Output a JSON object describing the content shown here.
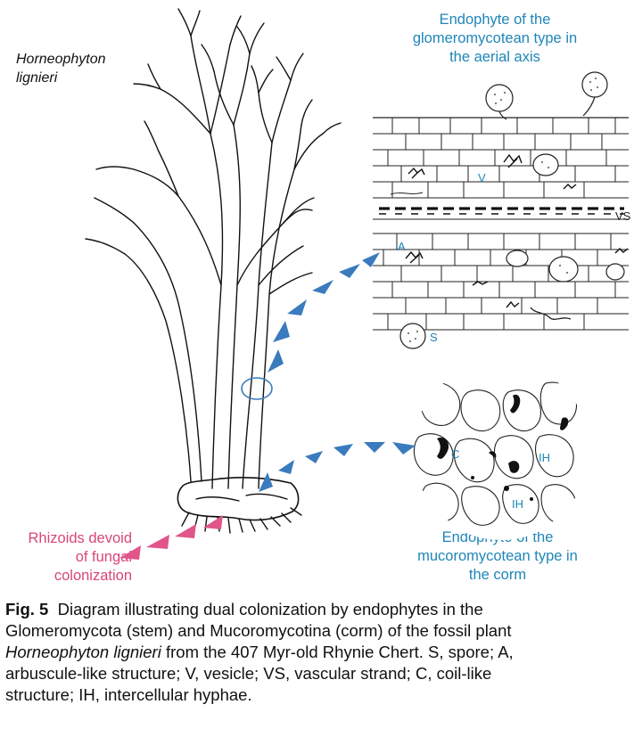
{
  "figure": {
    "species_label": [
      "Horneophyton",
      "lignieri"
    ],
    "top_right_label": [
      "Endophyte of the",
      "glomeromycotean type in",
      "the aerial axis"
    ],
    "bottom_right_label": [
      "Endophyte of the",
      "mucoromycotean type in",
      "the corm"
    ],
    "left_label": [
      "Rhizoids devoid",
      "of fungal",
      "colonization"
    ],
    "aerial_markers": [
      "V",
      "VS",
      "A",
      "S"
    ],
    "corm_markers": [
      "C",
      "IH",
      "IH"
    ],
    "colors": {
      "blue": "#1f86b8",
      "arrow_blue": "#3a7bbd",
      "pink": "#e0558a",
      "ink": "#111111"
    }
  },
  "caption": {
    "fig_number": "Fig. 5",
    "lines": [
      "Diagram illustrating dual colonization by endophytes in the",
      "Glomeromycota (stem) and Mucoromycotina (corm) of the fossil plant",
      "Horneophyton lignieri from the 407 Myr-old Rhynie Chert. S, spore; A,",
      "arbuscule-like structure; V, vesicle; VS, vascular strand; C, coil-like",
      "structure; IH, intercellular hyphae."
    ],
    "italic_species": "Horneophyton lignieri"
  }
}
